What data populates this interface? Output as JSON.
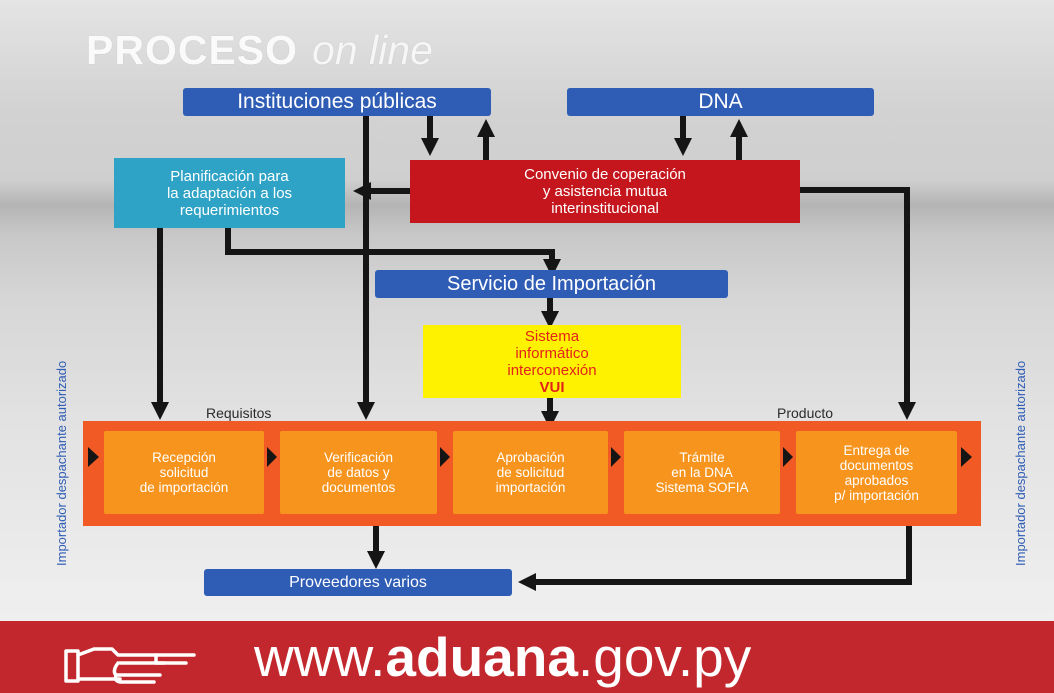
{
  "title": {
    "bold": "PROCESO",
    "italic": "on line"
  },
  "nodes": {
    "instituciones": "Instituciones públicas",
    "dna": "DNA",
    "planificacion": "Planificación para\nla adaptación a los\nrequerimientos",
    "convenio": "Convenio de coperación\ny asistencia mutua\ninterinstitucional",
    "servicio": "Servicio de Importación",
    "sistema_lines": [
      "Sistema",
      "informático",
      "interconexión"
    ],
    "sistema_bold": "VUI",
    "proveedores": "Proveedores varios"
  },
  "labels": {
    "requisitos": "Requisitos",
    "producto": "Producto",
    "side": "Importador despachante autorizado"
  },
  "steps": [
    "Recepción\nsolicitud\nde importación",
    "Verificación\nde datos y\ndocumentos",
    "Aprobación\nde solicitud\nimportación",
    "Trámite\nen la DNA\nSistema SOFIA",
    "Entrega de\ndocumentos\naprobados\np/ importación"
  ],
  "footer": {
    "prefix": "www.",
    "bold": "aduana",
    "suffix": ".gov.py",
    "icon": "pointing-hand-icon"
  },
  "colors": {
    "blue": "#2f5db5",
    "teal": "#2ea3c6",
    "red": "#c4161c",
    "yellow": "#fff200",
    "orange_band": "#f15a24",
    "orange_step": "#f7941d",
    "footer": "#c1272d",
    "arrow": "#151515"
  }
}
